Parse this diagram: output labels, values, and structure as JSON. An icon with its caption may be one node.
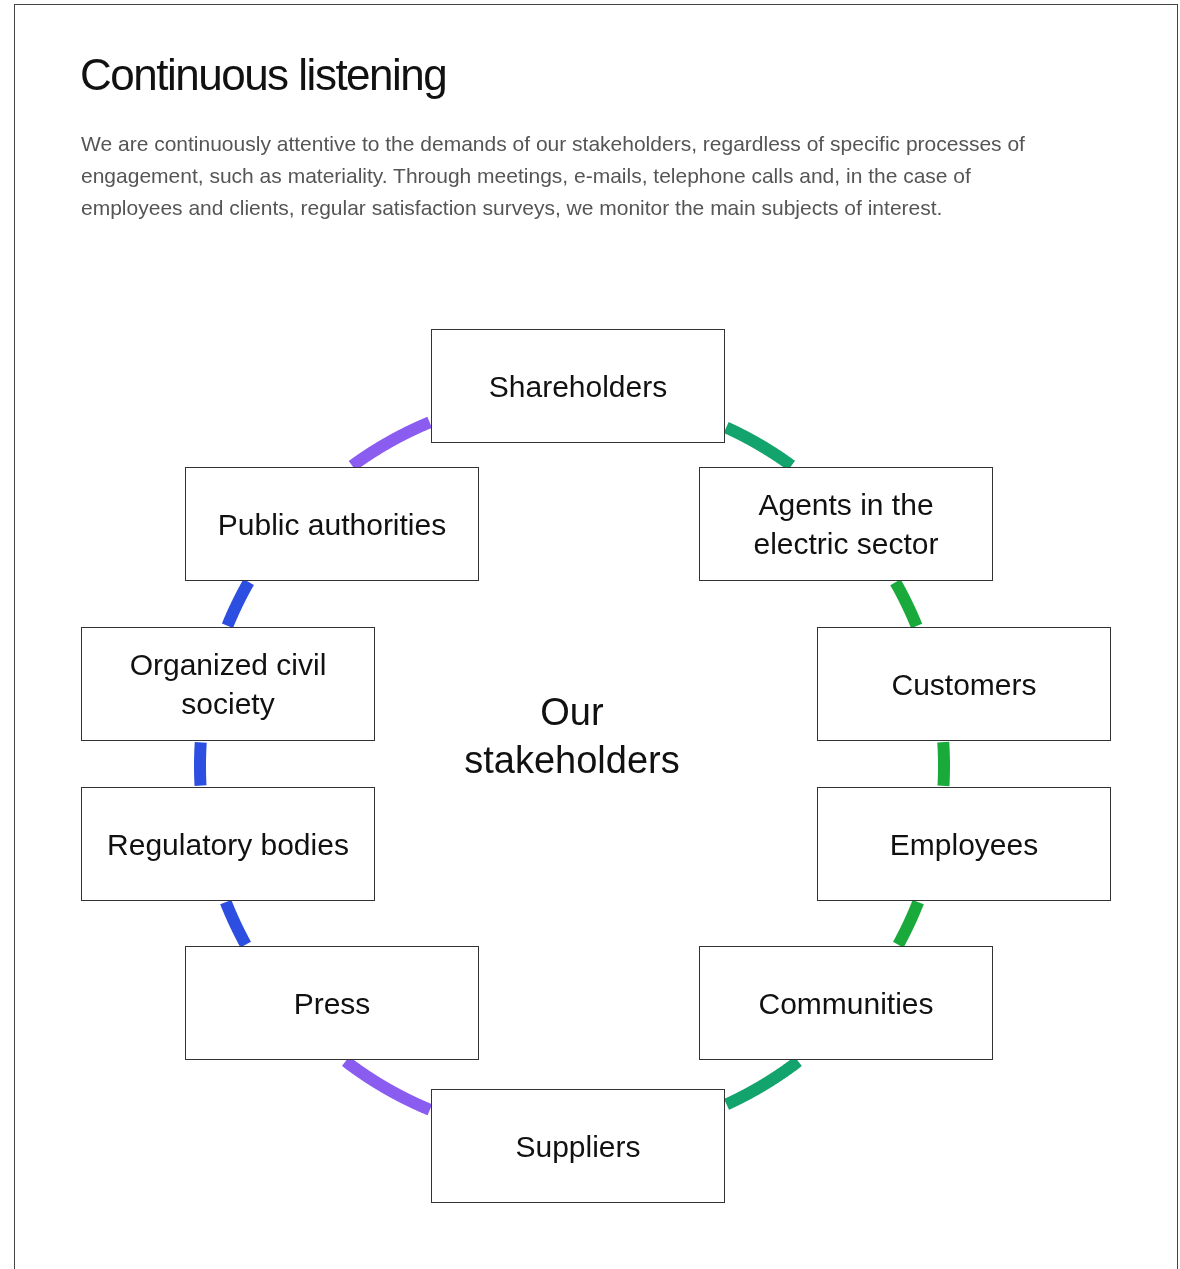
{
  "diagram": {
    "title": "Continuous listening",
    "nodes": [
      {
        "text": [
          "Shareholders"
        ]
      },
      {
        "text": [
          "Agents in the electric sector"
        ]
      },
      {
        "text": [
          "Customers"
        ]
      },
      {
        "text": [
          "Employees"
        ]
      },
      {
        "text": [
          "Communities"
        ]
      },
      {
        "text": [
          "Suppliers"
        ]
      },
      {
        "text": [
          "Press"
        ]
      },
      {
        "text": [
          "Regulatory bodies"
        ]
      },
      {
        "text": [
          "Organized civil society"
        ]
      },
      {
        "text": [
          "Public authorities"
        ]
      }
    ],
    "edges": [
      {
        "from": 0,
        "to": 1,
        "arrow": "none",
        "color": "#12a46c"
      },
      {
        "from": 1,
        "to": 2,
        "arrow": "none",
        "color": "#1aaa3c"
      },
      {
        "from": 2,
        "to": 3,
        "arrow": "none",
        "color": "#1aaa3c"
      },
      {
        "from": 3,
        "to": 4,
        "arrow": "none",
        "color": "#1aaa3c"
      },
      {
        "from": 4,
        "to": 5,
        "arrow": "none",
        "color": "#12a46c"
      },
      {
        "from": 5,
        "to": 6,
        "arrow": "none",
        "color": "#8b5cf0"
      },
      {
        "from": 6,
        "to": 7,
        "arrow": "none",
        "color": "#2c4fe2"
      },
      {
        "from": 7,
        "to": 8,
        "arrow": "none",
        "color": "#2c4fe2"
      },
      {
        "from": 8,
        "to": 9,
        "arrow": "none",
        "color": "#2c4fe2"
      },
      {
        "from": 9,
        "to": 0,
        "arrow": "none",
        "color": "#8b5cf0"
      }
    ],
    "labels": [
      "We are continuously attentive to the demands of our stakeholders, regardless of specific processes of engagement, such as materiality. Through meetings, e-mails, telephone calls and, in the case of employees and clients, regular satisfaction surveys, we monitor the main subjects of interest.",
      "Our stakeholders"
    ]
  }
}
